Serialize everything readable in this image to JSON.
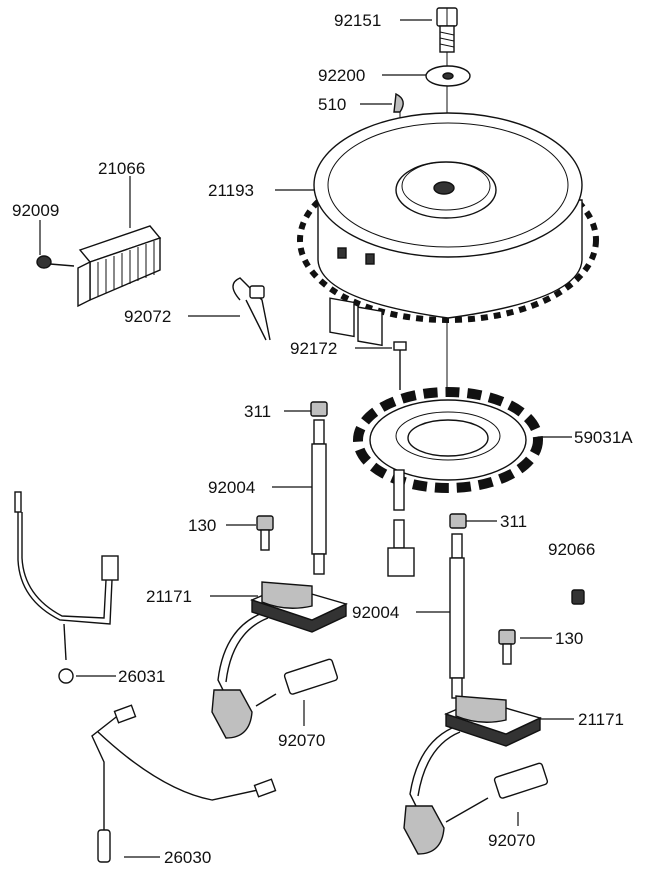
{
  "labels": {
    "bolt": "92151",
    "washer": "92200",
    "key": "510",
    "flywheel": "21193",
    "regulator": "21066",
    "regulator_bolt": "92009",
    "clamp": "92072",
    "stator_bolt": "92172",
    "stator": "59031A",
    "nut_left": "311",
    "stud_left": "92004",
    "coil_bolt_left": "130",
    "coil_left": "21171",
    "lead_wire": "26031",
    "plug_left": "92070",
    "harness": "26030",
    "nut_right": "311",
    "nut_small": "92066",
    "stud_right": "92004",
    "coil_bolt_right": "130",
    "coil_right": "21171",
    "plug_right": "92070"
  },
  "icons": {
    "bolt": "hex-bolt-icon",
    "washer": "flat-washer-icon",
    "key": "woodruff-key-icon",
    "flywheel": "flywheel-icon",
    "regulator": "regulator-icon",
    "clamp": "wire-clamp-icon",
    "stator": "stator-icon",
    "coil": "ignition-coil-icon",
    "spark_plug": "spark-plug-icon",
    "stud": "stud-icon",
    "nut": "hex-nut-icon",
    "wire": "wire-harness-icon"
  }
}
